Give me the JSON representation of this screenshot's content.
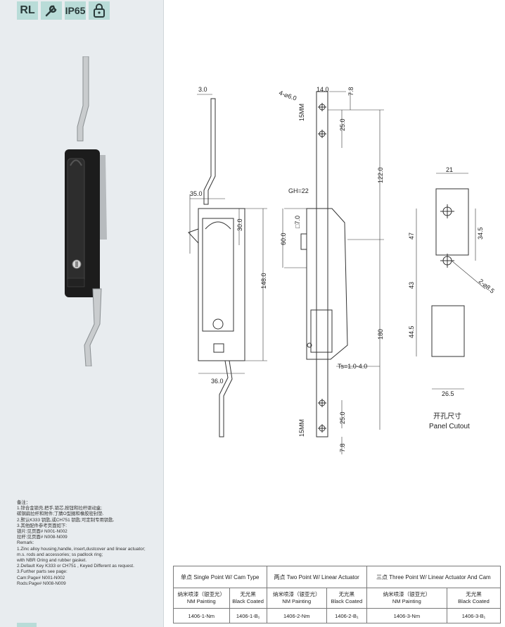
{
  "icons": {
    "rl": "RL",
    "wrench": "wrench-icon",
    "ip": "IP65",
    "lock": "lock-icon"
  },
  "remarks": {
    "title": "备注：",
    "lines": [
      "1.锌合金锁壳,把手,锁芯,按钮和拉杆驱动盒;",
      "碳钢扁拉杆和附件;丁腈O型圈和橡胶密封垫.",
      "2.默认K333 钥匙,或CH751 钥匙;可定制专用钥匙.",
      "3.其他配件参考页面如下:",
      "锁片:见页面# N001-N002",
      "拉杆:见页面# N008-N009",
      "Remark:",
      "1.Zinc alloy housing,handle, insert,dustcover and linear actuator;",
      "m.s. rods and accessories; ss padlock ring;",
      "with NBR Oring and rubber gasket.",
      "2.Default Key K333 or CH751 , Keyed Different as request.",
      "3.Further parts see page:",
      "Cam:Page# N001-N002",
      "Rods:Page# N008-N009"
    ]
  },
  "drawing": {
    "dims": {
      "d3": "3.0",
      "d35": "35.0",
      "d30": "30.0",
      "d148": "148.0",
      "d36": "36.0",
      "holes": "4-⌀6.0",
      "d14": "14.0",
      "d7_8_top": "7.8",
      "d25_top": "25.0",
      "mm15_top": "15MM",
      "d122": "122.0",
      "gh": "GH=22",
      "d7": "□7.0",
      "d60": "60.0",
      "d180": "180",
      "ts": "Ts=1.0-4.0",
      "d25_bot": "25.0",
      "mm15_bot": "15MM",
      "d7_8_bot": "7.8",
      "c21": "21",
      "c47": "47",
      "c34_5": "34.5",
      "c43": "43",
      "c2d8_5": "2-⌀8.5",
      "c44_5": "44.5",
      "c26_5": "26.5"
    },
    "cutout_cn": "开孔尺寸",
    "cutout_en": "Panel Cutout"
  },
  "table": {
    "headers": [
      "单点 Single Point W/ Cam Type",
      "两点 Two Point W/ Linear Actuator",
      "三点 Three Point W/ Linear Actuator And Cam"
    ],
    "finishes": [
      {
        "cn": "纳米喷漆（银亚光）",
        "en": "NM Painting"
      },
      {
        "cn": "无光黑",
        "en": "Black Coated"
      },
      {
        "cn": "纳米喷漆（银亚光）",
        "en": "NM Painting"
      },
      {
        "cn": "无光黑",
        "en": "Black Coated"
      },
      {
        "cn": "纳米喷漆（银亚光）",
        "en": "NM Painting"
      },
      {
        "cn": "无光黑",
        "en": "Black Coated"
      }
    ],
    "codes": [
      "1406-1-Nm",
      "1406-1-B₁",
      "1406-2-Nm",
      "1406-2-B₁",
      "1406-3-Nm",
      "1406-3-B₁"
    ]
  }
}
